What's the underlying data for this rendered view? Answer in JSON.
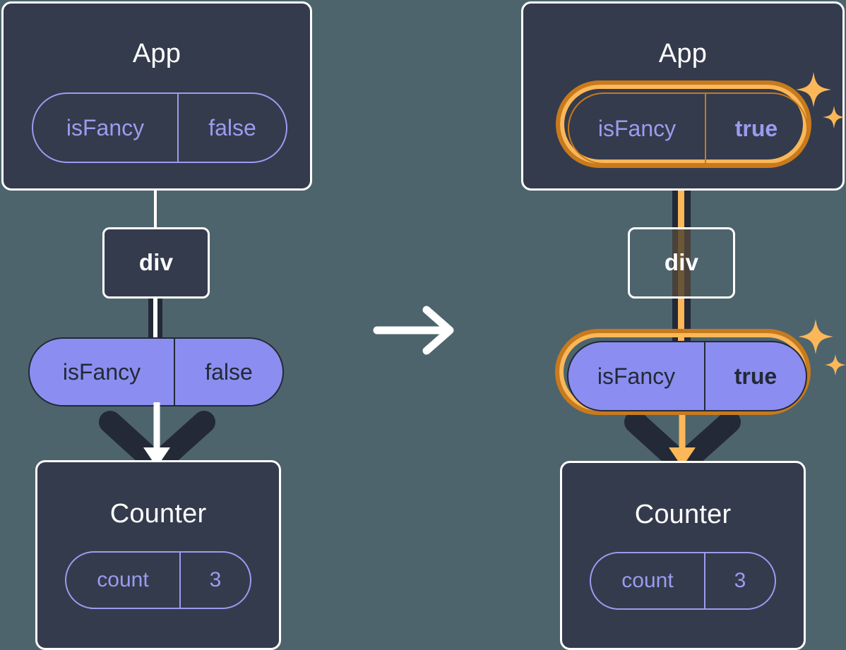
{
  "meta": {
    "background_color": "#4d646d",
    "card_color": "#343b4c",
    "card_border_color": "#ffffff",
    "pill_outline_color": "#9a9cf0",
    "pill_solid_color": "#8b8ef0",
    "pill_solid_text_color": "#232936",
    "highlight_outer_color": "#c87a1c",
    "highlight_inner_color": "#fbb758",
    "line_dark_color": "#232936",
    "line_white_color": "#ffffff"
  },
  "before": {
    "app": {
      "title": "App",
      "state_pill": {
        "name": "isFancy",
        "value": "false",
        "highlighted": false
      }
    },
    "div": {
      "label": "div"
    },
    "prop_pill": {
      "name": "isFancy",
      "value": "false",
      "highlighted": false
    },
    "counter": {
      "title": "Counter",
      "state_pill": {
        "name": "count",
        "value": "3",
        "highlighted": false
      }
    }
  },
  "transition": {
    "icon": "arrow-right-icon"
  },
  "after": {
    "app": {
      "title": "App",
      "state_pill": {
        "name": "isFancy",
        "value": "true",
        "highlighted": true
      },
      "sparkle_icon": "sparkles-icon"
    },
    "div": {
      "label": "div"
    },
    "prop_pill": {
      "name": "isFancy",
      "value": "true",
      "highlighted": true
    },
    "prop_sparkle_icon": "sparkles-icon",
    "counter": {
      "title": "Counter",
      "state_pill": {
        "name": "count",
        "value": "3",
        "highlighted": false
      }
    }
  }
}
